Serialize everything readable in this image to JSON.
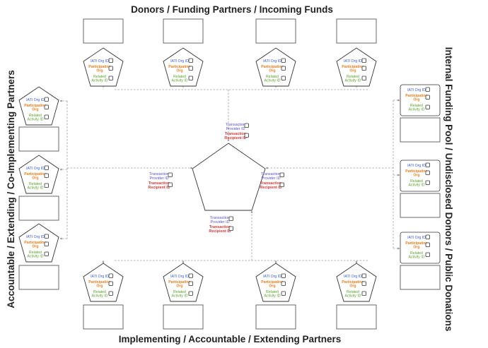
{
  "titles": {
    "top": "Donors / Funding Partners / Incoming Funds",
    "bottom": "Implementing / Accountable / Extending Partners",
    "left": "Accountable / Extending / Co-Implementing Partners",
    "right": "Internal Funding Pool / Undisclosed Donors / Public Donations"
  },
  "node_labels": {
    "iati_org_id": "IATI Org ID",
    "participating_line1": "Participating",
    "participating_line2": "Org",
    "related_line1": "Related",
    "related_line2": "Activity ID"
  },
  "transaction_labels": {
    "provider_line1": "Transaction",
    "provider_line2": "Provider ID",
    "recipient_line1": "Transaction",
    "recipient_line2": "Recipient ID"
  },
  "colors": {
    "iati": "#3b5bdb",
    "participating": "#e67e22",
    "related": "#5aa02c",
    "transaction_provider": "#5a4fcf",
    "transaction_recipient": "#d63838",
    "connector": "#9a9a9a"
  }
}
